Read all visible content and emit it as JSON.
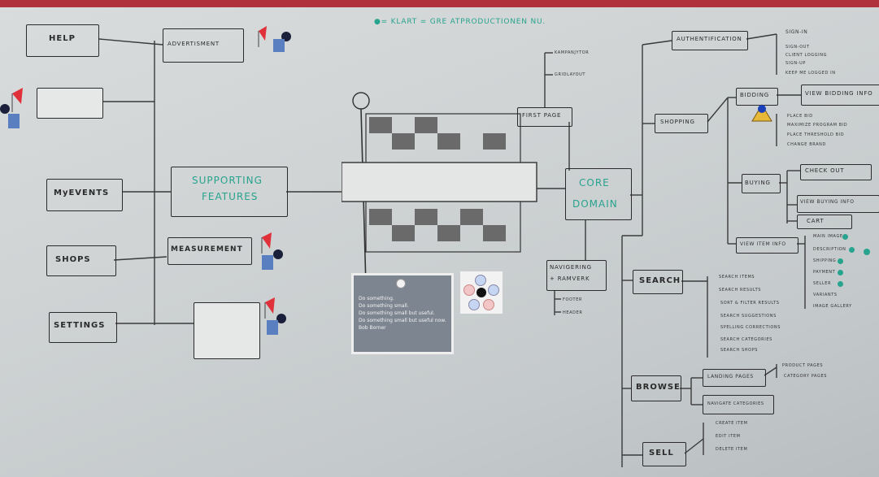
{
  "header_note": "●= KLART = GRE ATPRODUCTIONEN NU.",
  "left": {
    "help": "HELP",
    "advertisement": "ADVERTISMENT",
    "my_events": "MyEVENTS",
    "shops": "SHOPS",
    "settings": "SETTINGS",
    "supporting_features": [
      "SUPPORTING",
      "FEATURES"
    ],
    "measurement": "MEASUREMENT"
  },
  "center": {
    "first_page": "FIRST PAGE",
    "first_page_children": [
      "KAMPANJYTOR",
      "GRIDLAYOUT"
    ],
    "core_domain": [
      "CORE",
      "DOMAIN"
    ],
    "navigation": [
      "NAVIGERING",
      "+ RAMVERK"
    ],
    "navigation_children": [
      "FOOTER",
      "HEADER"
    ]
  },
  "poster": {
    "lines": [
      "Do something.",
      "Do something small.",
      "Do something small but useful.",
      "Do something small but useful now."
    ],
    "author": "Bob Borner"
  },
  "right": {
    "authentication": "AUTHENTIFICATION",
    "auth_items": [
      "SIGN-IN",
      "SIGN-OUT",
      "CLIENT LOGGING",
      "SIGN-UP",
      "KEEP ME LOGGED IN"
    ],
    "shopping": "SHOPPING",
    "bidding": "BIDDING",
    "view_bidding_info": "VIEW BIDDING INFO",
    "bidding_items": [
      "PLACE BID",
      "MAXIMIZE PROGRAM BID",
      "PLACE THRESHOLD BID",
      "CHANGE BRAND"
    ],
    "buying": "BUYING",
    "checkout": "CHECK OUT",
    "view_buying_info": "VIEW BUYING INFO",
    "cart": "CART",
    "view_item_info": "VIEW ITEM INFO",
    "item_info_items": [
      "MAIN IMAGE",
      "DESCRIPTION",
      "SHIPPING",
      "PAYMENT",
      "SELLER",
      "VARIANTS",
      "IMAGE GALLERY"
    ],
    "search": "SEARCH",
    "search_items": [
      "SEARCH ITEMS",
      "SEARCH RESULTS",
      "SORT & FILTER RESULTS",
      "SEARCH SUGGESTIONS",
      "SPELLING CORRECTIONS",
      "SEARCH CATEGORIES",
      "SEARCH SHOPS"
    ],
    "browse": "BROWSE",
    "landing_pages": "LANDING PAGES",
    "landing_items": [
      "PRODUCT PAGES",
      "CATEGORY PAGES"
    ],
    "navigate_categories": "NAVIGATE CATEGORIES",
    "sell": "SELL",
    "sell_items": [
      "CREATE ITEM",
      "EDIT ITEM",
      "DELETE ITEM"
    ]
  },
  "colors": {
    "marker_green": "#27a38e",
    "magnet_blue": "#1a3fb8",
    "flag_red": "#e0303a"
  }
}
